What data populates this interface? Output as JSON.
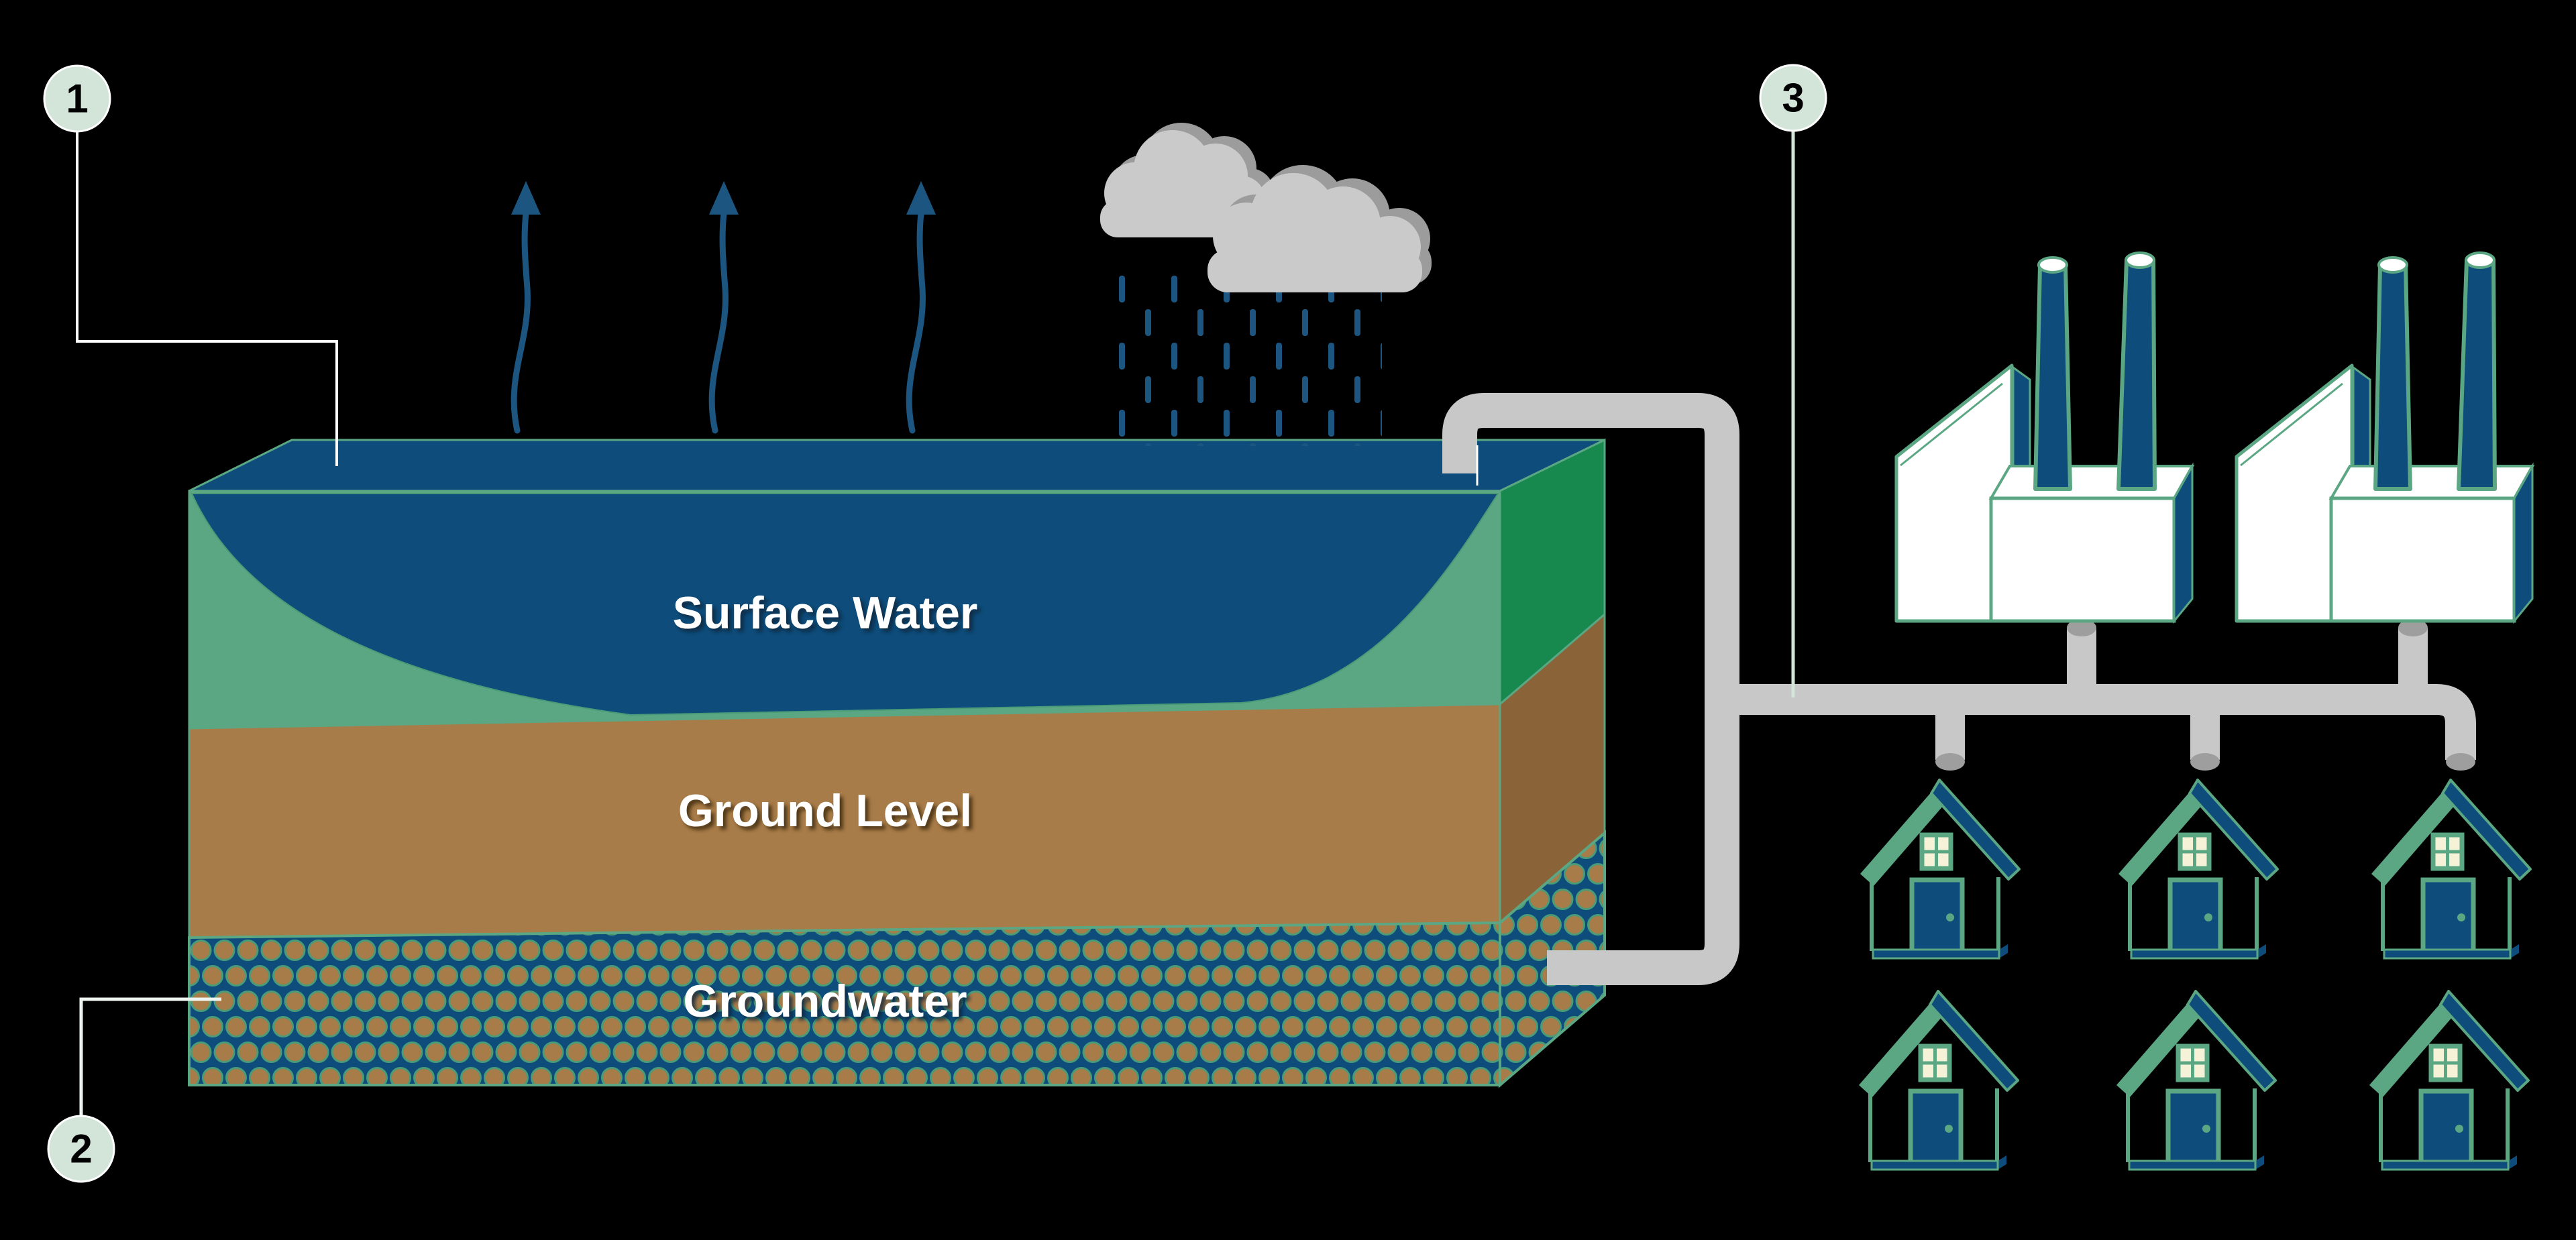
{
  "diagram": {
    "background": "#000000",
    "layers": [
      {
        "label": "Surface Water"
      },
      {
        "label": "Ground Level"
      },
      {
        "label": "Groundwater"
      }
    ],
    "callouts": [
      {
        "number": "1"
      },
      {
        "number": "2"
      },
      {
        "number": "3"
      }
    ],
    "figures": {
      "evaporation_arrows": 3,
      "clouds": 2,
      "factories": 2,
      "houses": 6
    },
    "icons": {
      "cloud": "rain-cloud-icon",
      "rain": "rain-icon",
      "evaporation": "evaporation-arrow-icon",
      "factory": "factory-icon",
      "house": "house-icon",
      "pipe": "pipe-network",
      "callout": "callout-badge"
    },
    "colors": {
      "water": "#0e4d7b",
      "bank_green": "#5ba783",
      "side_green": "#17894f",
      "soil_brown": "#a87c49",
      "soil_brown_dark": "#8a6438",
      "dot_tan": "#a87c49",
      "dot_ring": "#4a9b77",
      "pipe": "#c8c8c8",
      "pipe_cap": "#9e9e9e",
      "cloud": "#cacaca",
      "cloud_shadow": "#9c9c9c",
      "rain": "#1c5680",
      "arrow": "#1c5680",
      "callout_fill": "#d3e4d9",
      "leader_line": "#eef5f0",
      "window_cream": "#f5f2d8",
      "building_white": "#ffffff",
      "label_text": "#ffffff",
      "callout_text": "#000000"
    }
  }
}
